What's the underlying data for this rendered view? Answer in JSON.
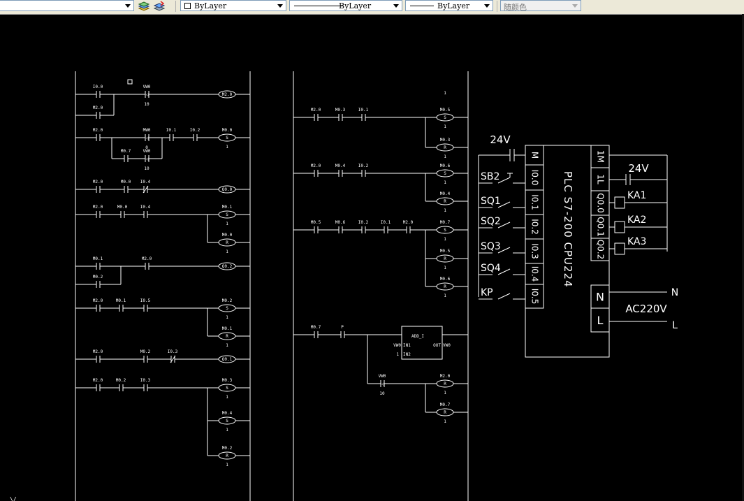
{
  "toolbar": {
    "layer_dropdown_value": "",
    "color_dropdown_value": "ByLayer",
    "linetype_dropdown_value": "ByLayer",
    "lineweight_dropdown_value": "ByLayer",
    "plotstyle_dropdown_value": "随颜色",
    "icons": [
      "layer-states-icon",
      "layer-previous-icon"
    ]
  },
  "ladder_left": {
    "rungs": [
      {
        "contacts": [
          "I0.0",
          "M2.0"
        ],
        "compare": "VW0",
        "compare_value": "10",
        "coil": "M2.0"
      },
      {
        "contacts": [
          "M2.0",
          "MW0",
          "I0.1",
          "I0.2",
          "M0.7",
          "VW0"
        ],
        "values": [
          "0",
          "10"
        ],
        "coil": "M0.0",
        "coil_type": "S",
        "count": "1"
      },
      {
        "contacts": [
          "M2.0",
          "M0.0",
          "I0.4"
        ],
        "coil": "Q0.0"
      },
      {
        "contacts": [
          "M2.0",
          "M0.0",
          "I0.4"
        ],
        "coils": [
          "M0.1",
          "M0.0"
        ],
        "coil_types": [
          "S",
          "R"
        ],
        "counts": [
          "1",
          "1"
        ]
      },
      {
        "contacts": [
          "M0.1",
          "M2.0",
          "M0.2"
        ],
        "coil": "Q0.2"
      },
      {
        "contacts": [
          "M2.0",
          "M0.1",
          "I0.5"
        ],
        "coils": [
          "M0.2",
          "M0.1"
        ],
        "coil_types": [
          "S",
          "R"
        ],
        "counts": [
          "1",
          "1"
        ]
      },
      {
        "contacts": [
          "M2.0",
          "M0.2",
          "I0.3"
        ],
        "coil": "Q0.1"
      },
      {
        "contacts": [
          "M2.0",
          "M0.2",
          "I0.3"
        ],
        "coils": [
          "M0.3",
          "M0.4",
          "M0.2"
        ],
        "coil_types": [
          "S",
          "S",
          "R"
        ],
        "counts": [
          "1",
          "1",
          "1"
        ]
      }
    ]
  },
  "ladder_right": {
    "top_count": "1",
    "rungs": [
      {
        "contacts": [
          "M2.0",
          "M0.3",
          "I0.1"
        ],
        "coils": [
          "M0.5",
          "M0.3"
        ],
        "coil_types": [
          "S",
          "R"
        ],
        "counts": [
          "1",
          "1"
        ]
      },
      {
        "contacts": [
          "M2.0",
          "M0.4",
          "I0.2"
        ],
        "coils": [
          "M0.6",
          "M0.4"
        ],
        "coil_types": [
          "S",
          "R"
        ],
        "counts": [
          "1",
          "1"
        ]
      },
      {
        "contacts": [
          "M0.5",
          "M0.6",
          "I0.2",
          "I0.1",
          "M2.0"
        ],
        "coils": [
          "M0.7",
          "M0.5",
          "M0.6"
        ],
        "coil_types": [
          "S",
          "R",
          "R"
        ],
        "counts": [
          "1",
          "1",
          "1"
        ]
      },
      {
        "contacts": [
          "M0.7",
          "P"
        ],
        "block": {
          "name": "ADD_I",
          "in1": "IN1",
          "in2": "IN2",
          "out": "OUT",
          "in1_var": "VW0",
          "in2_var": "1",
          "out_var": "VW0"
        },
        "compare": "VW0",
        "compare_value": "10",
        "coils": [
          "M2.0",
          "M0.7"
        ],
        "coil_types": [
          "R",
          "R"
        ],
        "counts": [
          "1",
          "1"
        ]
      }
    ]
  },
  "wiring": {
    "supply_left": "24V",
    "supply_right": "24V",
    "mains": "AC220V",
    "n_label": "N",
    "l_label": "L",
    "plc_model": "PLC  S7-200 CPU224",
    "inputs": [
      {
        "terminal": "M",
        "switch": ""
      },
      {
        "terminal": "I0.0",
        "switch": "SB2"
      },
      {
        "terminal": "I0.1",
        "switch": "SQ1"
      },
      {
        "terminal": "I0.2",
        "switch": "SQ2"
      },
      {
        "terminal": "I0.3",
        "switch": "SQ3"
      },
      {
        "terminal": "I0.4",
        "switch": "SQ4"
      },
      {
        "terminal": "I0.5",
        "switch": "KP"
      }
    ],
    "outputs": [
      {
        "terminal": "1M",
        "load": ""
      },
      {
        "terminal": "1L",
        "load": ""
      },
      {
        "terminal": "Q0.0",
        "load": "KA1"
      },
      {
        "terminal": "Q0.1",
        "load": "KA2"
      },
      {
        "terminal": "Q0.2",
        "load": "KA3"
      }
    ],
    "power_terminals": [
      "N",
      "L"
    ]
  },
  "colors": {
    "background": "#000000",
    "stroke": "#ffffff",
    "toolbar": "#ece9d8"
  }
}
